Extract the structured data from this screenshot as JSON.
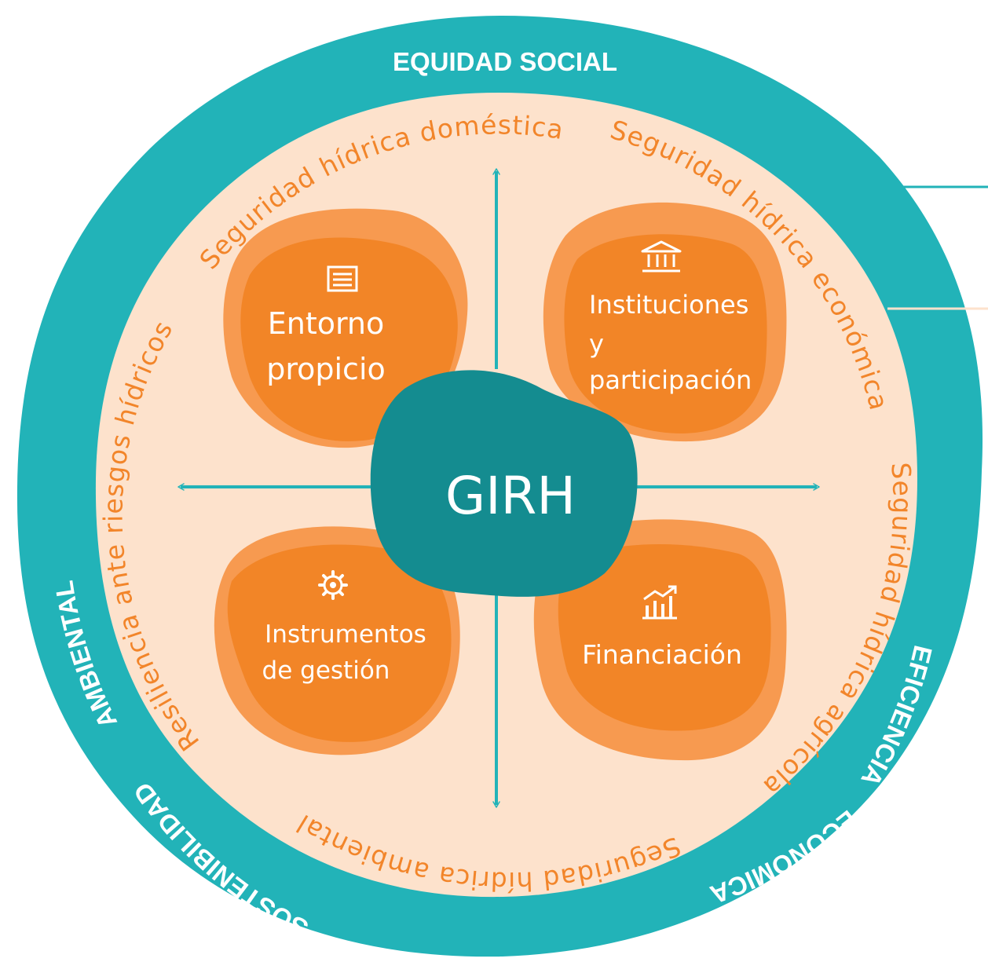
{
  "center": {
    "label": "GIRH"
  },
  "pillars": [
    {
      "id": "entorno",
      "lines": [
        "Entorno",
        "propicio"
      ],
      "icon": "document-lines-icon"
    },
    {
      "id": "instituciones",
      "lines": [
        "Instituciones",
        "y",
        "participación"
      ],
      "icon": "institution-building-icon"
    },
    {
      "id": "instrumentos",
      "lines": [
        "Instrumentos",
        "de gestión"
      ],
      "icon": "gear-cogs-icon"
    },
    {
      "id": "financiacion",
      "lines": [
        "Financiación"
      ],
      "icon": "growth-chart-icon"
    }
  ],
  "security_dimensions": {
    "domestica": "Seguridad hídrica doméstica",
    "economica": "Seguridad hídrica económica",
    "agricola": "Seguridad hídrica agrícola",
    "ambiental": "Seguridad hídrica ambiental",
    "resiliencia": "Resiliencia ante riesgos hídricos"
  },
  "outer_ring": {
    "top": "EQUIDAD SOCIAL",
    "right": "EFICIENCIA",
    "bottom_right": "ECONÓMICA",
    "left": "AMBIENTAL",
    "bottom_left": "SOSTENIBILIDAD"
  },
  "colors": {
    "teal_ring": "#22b3b8",
    "teal_core": "#148c90",
    "peach_fill": "#fde2cc",
    "orange_petal": "#f28527",
    "orange_petal_light": "#f79a50",
    "orange_text": "#f2852a",
    "white": "#ffffff"
  }
}
